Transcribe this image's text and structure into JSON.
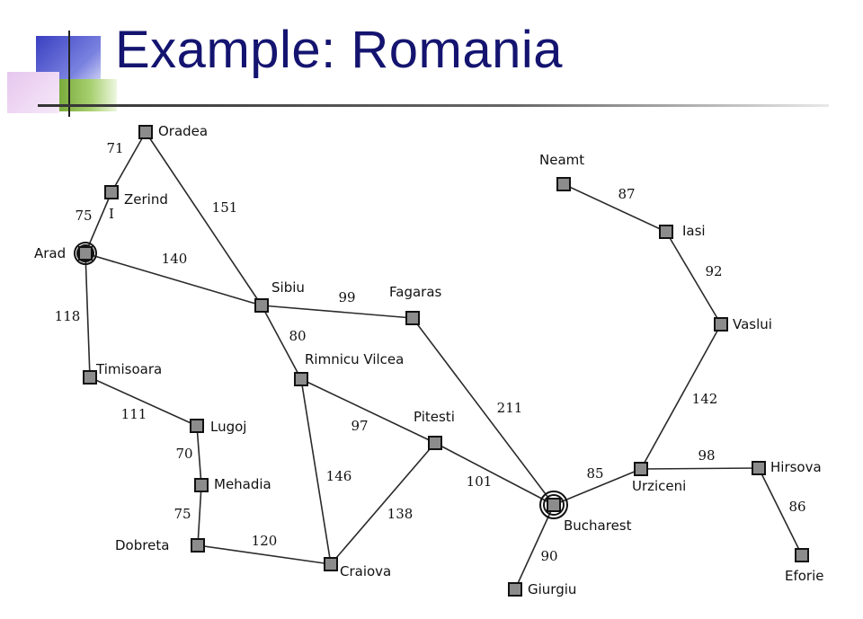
{
  "slide": {
    "title": "Example: Romania"
  },
  "map": {
    "cities": [
      {
        "id": "oradea",
        "name": "Oradea"
      },
      {
        "id": "zerind",
        "name": "Zerind"
      },
      {
        "id": "arad",
        "name": "Arad",
        "ring": true
      },
      {
        "id": "sibiu",
        "name": "Sibiu"
      },
      {
        "id": "fagaras",
        "name": "Fagaras"
      },
      {
        "id": "timisoara",
        "name": "Timisoara"
      },
      {
        "id": "rimnicu",
        "name": "Rimnicu Vilcea"
      },
      {
        "id": "lugoj",
        "name": "Lugoj"
      },
      {
        "id": "pitesti",
        "name": "Pitesti"
      },
      {
        "id": "mehadia",
        "name": "Mehadia"
      },
      {
        "id": "dobreta",
        "name": "Dobreta"
      },
      {
        "id": "craiova",
        "name": "Craiova"
      },
      {
        "id": "bucharest",
        "name": "Bucharest",
        "ring": true
      },
      {
        "id": "giurgiu",
        "name": "Giurgiu"
      },
      {
        "id": "urziceni",
        "name": "Urziceni"
      },
      {
        "id": "neamt",
        "name": "Neamt"
      },
      {
        "id": "iasi",
        "name": "Iasi"
      },
      {
        "id": "vaslui",
        "name": "Vaslui"
      },
      {
        "id": "hirsova",
        "name": "Hirsova"
      },
      {
        "id": "eforie",
        "name": "Eforie"
      }
    ],
    "roads": [
      {
        "from": "oradea",
        "to": "zerind",
        "distance": "71"
      },
      {
        "from": "zerind",
        "to": "arad",
        "distance": "75"
      },
      {
        "from": "oradea",
        "to": "sibiu",
        "distance": "151"
      },
      {
        "from": "arad",
        "to": "sibiu",
        "distance": "140"
      },
      {
        "from": "arad",
        "to": "timisoara",
        "distance": "118"
      },
      {
        "from": "sibiu",
        "to": "fagaras",
        "distance": "99"
      },
      {
        "from": "sibiu",
        "to": "rimnicu",
        "distance": "80"
      },
      {
        "from": "timisoara",
        "to": "lugoj",
        "distance": "111"
      },
      {
        "from": "lugoj",
        "to": "mehadia",
        "distance": "70"
      },
      {
        "from": "mehadia",
        "to": "dobreta",
        "distance": "75"
      },
      {
        "from": "dobreta",
        "to": "craiova",
        "distance": "120"
      },
      {
        "from": "rimnicu",
        "to": "craiova",
        "distance": "146"
      },
      {
        "from": "rimnicu",
        "to": "pitesti",
        "distance": "97"
      },
      {
        "from": "craiova",
        "to": "pitesti",
        "distance": "138"
      },
      {
        "from": "fagaras",
        "to": "bucharest",
        "distance": "211"
      },
      {
        "from": "pitesti",
        "to": "bucharest",
        "distance": "101"
      },
      {
        "from": "bucharest",
        "to": "giurgiu",
        "distance": "90"
      },
      {
        "from": "bucharest",
        "to": "urziceni",
        "distance": "85"
      },
      {
        "from": "urziceni",
        "to": "hirsova",
        "distance": "98"
      },
      {
        "from": "hirsova",
        "to": "eforie",
        "distance": "86"
      },
      {
        "from": "urziceni",
        "to": "vaslui",
        "distance": "142"
      },
      {
        "from": "vaslui",
        "to": "iasi",
        "distance": "92"
      },
      {
        "from": "iasi",
        "to": "neamt",
        "distance": "87"
      }
    ],
    "colors": {
      "title": "#141470",
      "node_fill": "#8c8c8c",
      "road": "#2a2a2a"
    }
  }
}
